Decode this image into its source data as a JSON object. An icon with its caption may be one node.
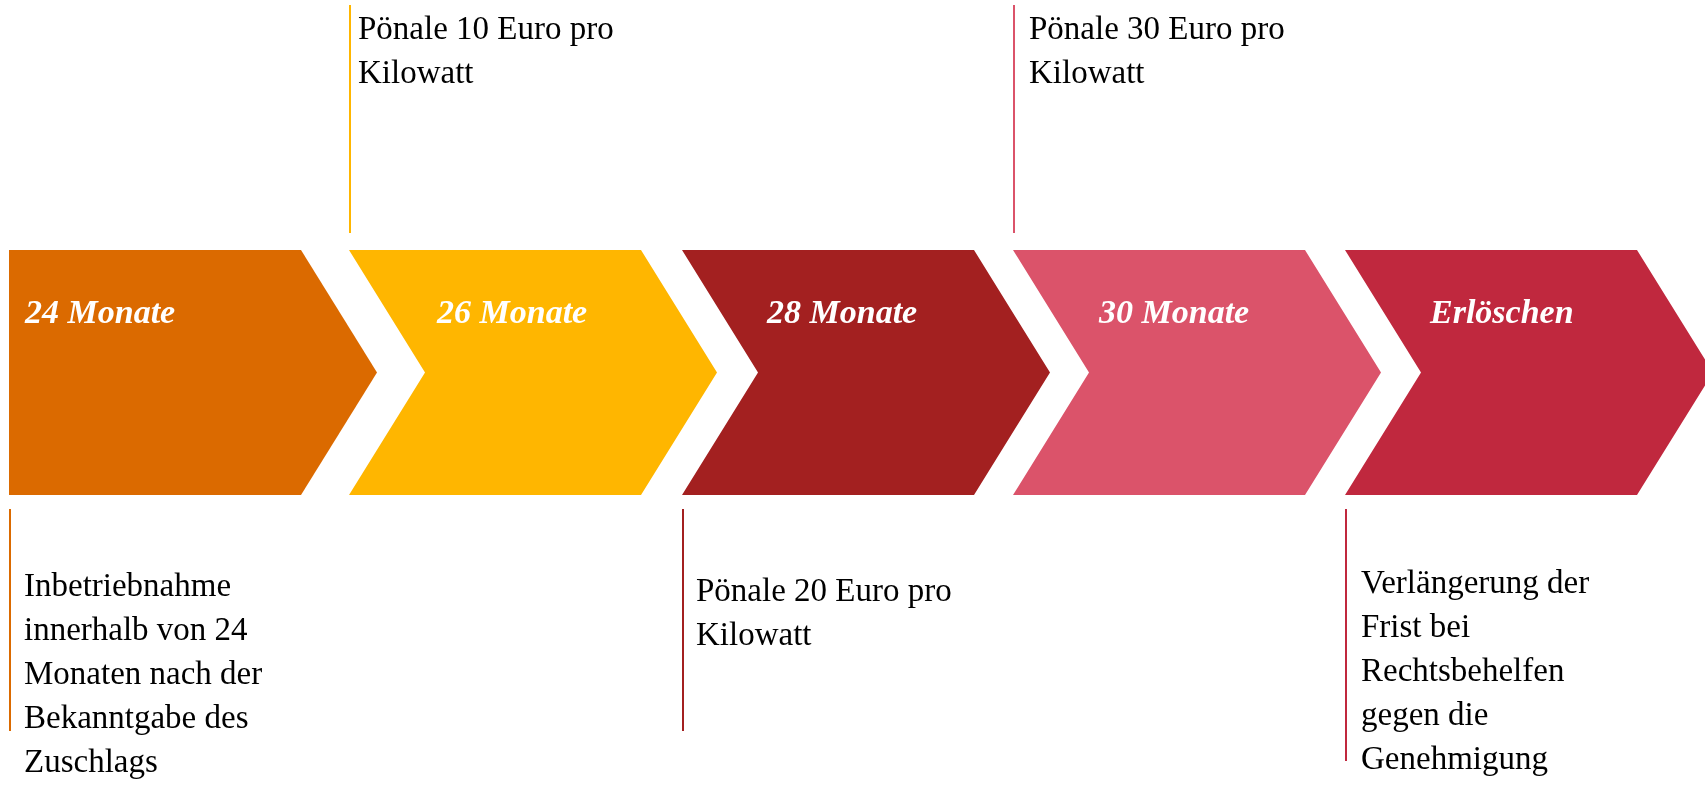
{
  "diagram": {
    "nodes": [
      {
        "text": [
          "24 Monate"
        ]
      },
      {
        "text": [
          "26 Monate"
        ]
      },
      {
        "text": [
          "28 Monate"
        ]
      },
      {
        "text": [
          "30 Monate"
        ]
      },
      {
        "text": [
          "Erlöschen"
        ]
      }
    ],
    "labels": [
      "Pönale 10 Euro pro Kilowatt",
      "Pönale 30 Euro pro Kilowatt",
      "Inbetriebnahme innerhalb von 24 Monaten nach der Bekanntgabe des Zuschlags",
      "Pönale 20 Euro pro Kilowatt",
      "Verlängerung der Frist bei Rechtsbehelfen gegen die Genehmigung"
    ]
  }
}
